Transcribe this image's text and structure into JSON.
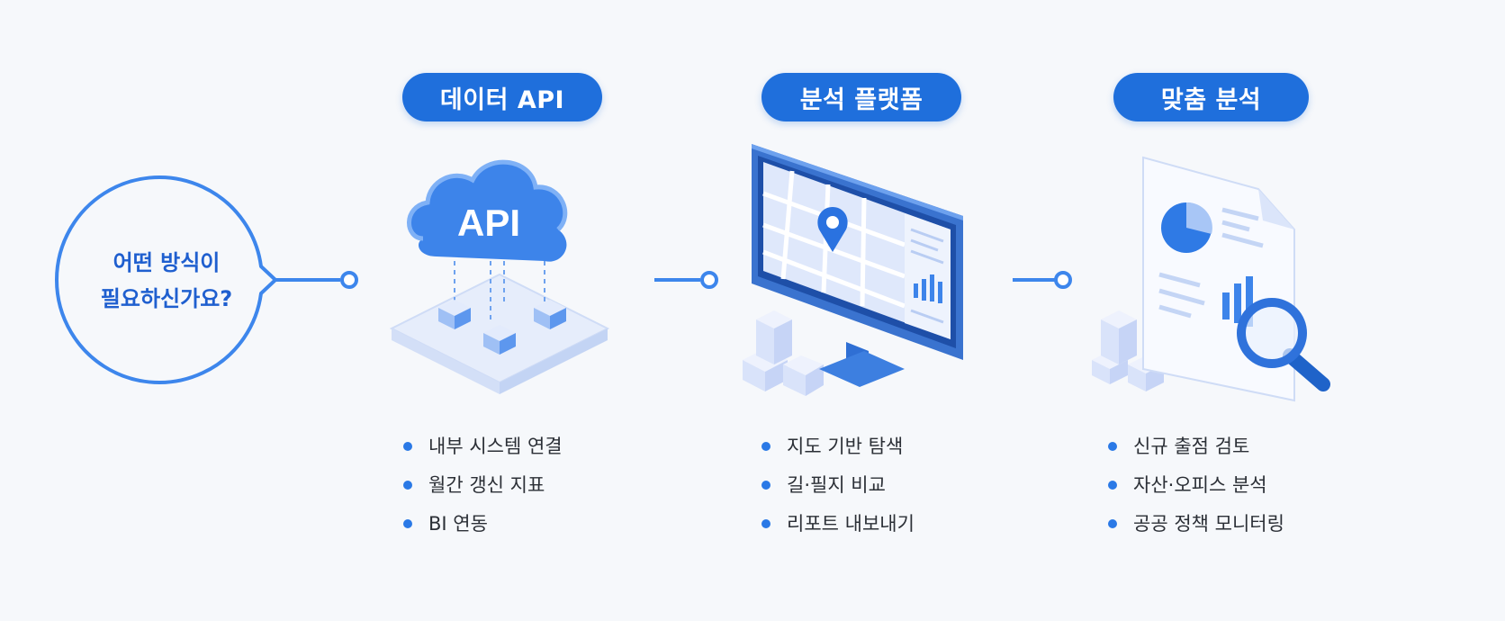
{
  "question": {
    "line1": "어떤 방식이",
    "line2": "필요하신가요?"
  },
  "options": [
    {
      "title": "데이터 API",
      "icon": "cloud-api-icon",
      "icon_label": "API",
      "items": [
        "내부 시스템 연결",
        "월간 갱신 지표",
        "BI 연동"
      ]
    },
    {
      "title": "분석 플랫폼",
      "icon": "map-dashboard-monitor-icon",
      "items": [
        "지도 기반 탐색",
        "길·필지 비교",
        "리포트 내보내기"
      ]
    },
    {
      "title": "맞춤 분석",
      "icon": "report-magnifier-icon",
      "items": [
        "신규 출점 검토",
        "자산·오피스 분석",
        "공공 정책 모니터링"
      ]
    }
  ],
  "colors": {
    "accent": "#1f6fdc",
    "line": "#3d86ec",
    "text": "#2b2f36",
    "background": "#f6f8fb"
  }
}
